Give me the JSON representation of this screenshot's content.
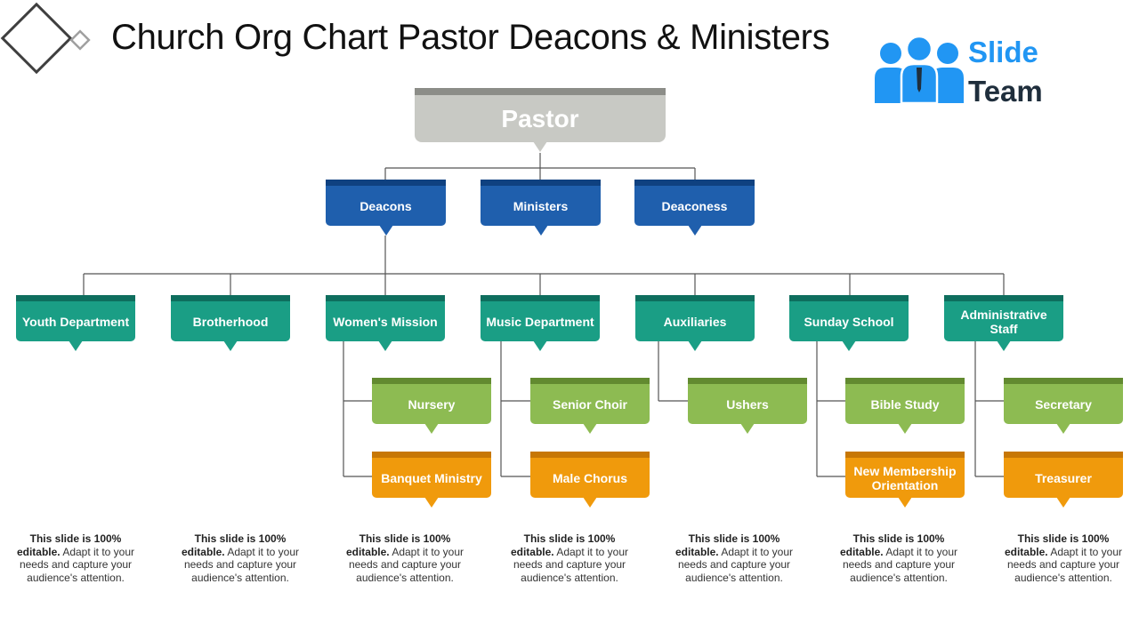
{
  "title": "Church Org Chart Pastor Deacons & Ministers",
  "logo": {
    "line1": "Slide",
    "line2": "Team",
    "icon": "people-group-icon"
  },
  "colors": {
    "pastor": "#C8C9C4",
    "pastor_bar": "#8C8D88",
    "level1": "#1F5FAD",
    "level1_bar": "#0F4180",
    "level2": "#1A9E85",
    "level2_bar": "#0E6E5E",
    "green": "#8DBB52",
    "green_bar": "#628A30",
    "orange": "#F09A0C",
    "orange_bar": "#C77705",
    "logo_blue": "#2196F3",
    "logo_dark": "#1F2E3C"
  },
  "pastor": "Pastor",
  "level1": [
    "Deacons",
    "Ministers",
    "Deaconess"
  ],
  "level2": [
    "Youth Department",
    "Brotherhood",
    "Women's Mission",
    "Music Department",
    "Auxiliaries",
    "Sunday School",
    "Administrative Staff"
  ],
  "level3": [
    {
      "parent": "Women's Mission",
      "items": [
        {
          "label": "Nursery",
          "color": "green"
        },
        {
          "label": "Banquet Ministry",
          "color": "orange"
        }
      ]
    },
    {
      "parent": "Music Department",
      "items": [
        {
          "label": "Senior Choir",
          "color": "green"
        },
        {
          "label": "Male Chorus",
          "color": "orange"
        }
      ]
    },
    {
      "parent": "Auxiliaries",
      "items": [
        {
          "label": "Ushers",
          "color": "green"
        }
      ]
    },
    {
      "parent": "Sunday School",
      "items": [
        {
          "label": "Bible Study",
          "color": "green"
        },
        {
          "label": "New Membership Orientation",
          "color": "orange"
        }
      ]
    },
    {
      "parent": "Administrative Staff",
      "items": [
        {
          "label": "Secretary",
          "color": "green"
        },
        {
          "label": "Treasurer",
          "color": "orange"
        }
      ]
    }
  ],
  "note": {
    "bold": "This slide is 100% editable.",
    "rest": " Adapt it to your needs and capture your audience's attention."
  },
  "notes_count": 7
}
